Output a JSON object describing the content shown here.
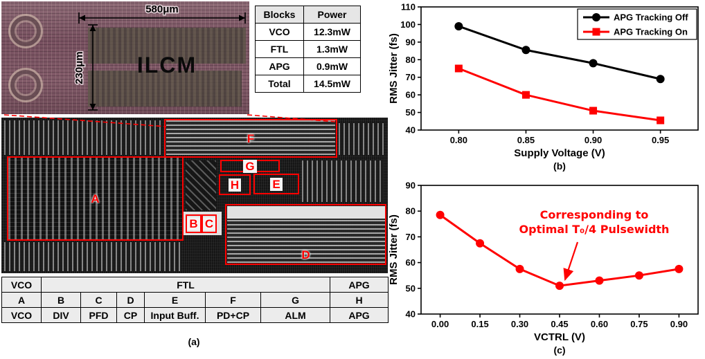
{
  "figure": {
    "panel_a_label": "(a)",
    "panel_b_label": "(b)",
    "panel_c_label": "(c)"
  },
  "die_photo_top": {
    "width_label": "580μm",
    "height_label": "230μm",
    "chip_label": "ILCM"
  },
  "power_table": {
    "headers": [
      "Blocks",
      "Power"
    ],
    "rows": [
      [
        "VCO",
        "12.3mW"
      ],
      [
        "FTL",
        "1.3mW"
      ],
      [
        "APG",
        "0.9mW"
      ],
      [
        "Total",
        "14.5mW"
      ]
    ]
  },
  "die_photo_main": {
    "regions": [
      "A",
      "B",
      "C",
      "D",
      "E",
      "F",
      "G",
      "H"
    ]
  },
  "mapping_table": {
    "row1": [
      "VCO",
      "FTL",
      "APG"
    ],
    "row2": [
      "A",
      "B",
      "C",
      "D",
      "E",
      "F",
      "G",
      "H"
    ],
    "row3": [
      "VCO",
      "DIV",
      "PFD",
      "CP",
      "Input Buff.",
      "PD+CP",
      "ALM",
      "APG"
    ]
  },
  "chart_data": [
    {
      "id": "chart-b",
      "type": "line",
      "x": [
        0.8,
        0.85,
        0.9,
        0.95
      ],
      "xticks": [
        "0.80",
        "0.85",
        "0.90",
        "0.95"
      ],
      "xlim": [
        0.772,
        0.978
      ],
      "series": [
        {
          "name": "APG Tracking Off",
          "values": [
            99,
            85.5,
            78,
            69
          ],
          "color": "#000000",
          "marker": "circle"
        },
        {
          "name": "APG Tracking On",
          "values": [
            75,
            60,
            51,
            45.5
          ],
          "color": "#ff0000",
          "marker": "square"
        }
      ],
      "xlabel": "Supply Voltage (V)",
      "ylabel": "RMS Jitter (fs)",
      "ylim": [
        40,
        110
      ],
      "ytick_step": 10,
      "grid": false,
      "legend": true,
      "legend_position": "top-right",
      "sub_label": "(b)"
    },
    {
      "id": "chart-c",
      "type": "line",
      "x": [
        0.0,
        0.15,
        0.3,
        0.45,
        0.6,
        0.75,
        0.9
      ],
      "xticks": [
        "0.00",
        "0.15",
        "0.30",
        "0.45",
        "0.60",
        "0.75",
        "0.90"
      ],
      "xlim": [
        -0.072,
        0.972
      ],
      "series": [
        {
          "name": "RMS Jitter",
          "values": [
            78.5,
            67.5,
            57.5,
            51,
            53,
            55,
            57.5
          ],
          "color": "#ff0000",
          "marker": "circle"
        }
      ],
      "xlabel": "VCTRL (V)",
      "ylabel": "RMS Jitter (fs)",
      "ylim": [
        40,
        90
      ],
      "ytick_step": 10,
      "grid": false,
      "legend": false,
      "sub_label": "(c)",
      "annotation": {
        "lines": [
          "Corresponding to",
          "Optimal T₀/4 Pulsewidth"
        ],
        "color": "#ff0000",
        "points_to": {
          "x": 0.45,
          "y": 51
        }
      }
    }
  ]
}
